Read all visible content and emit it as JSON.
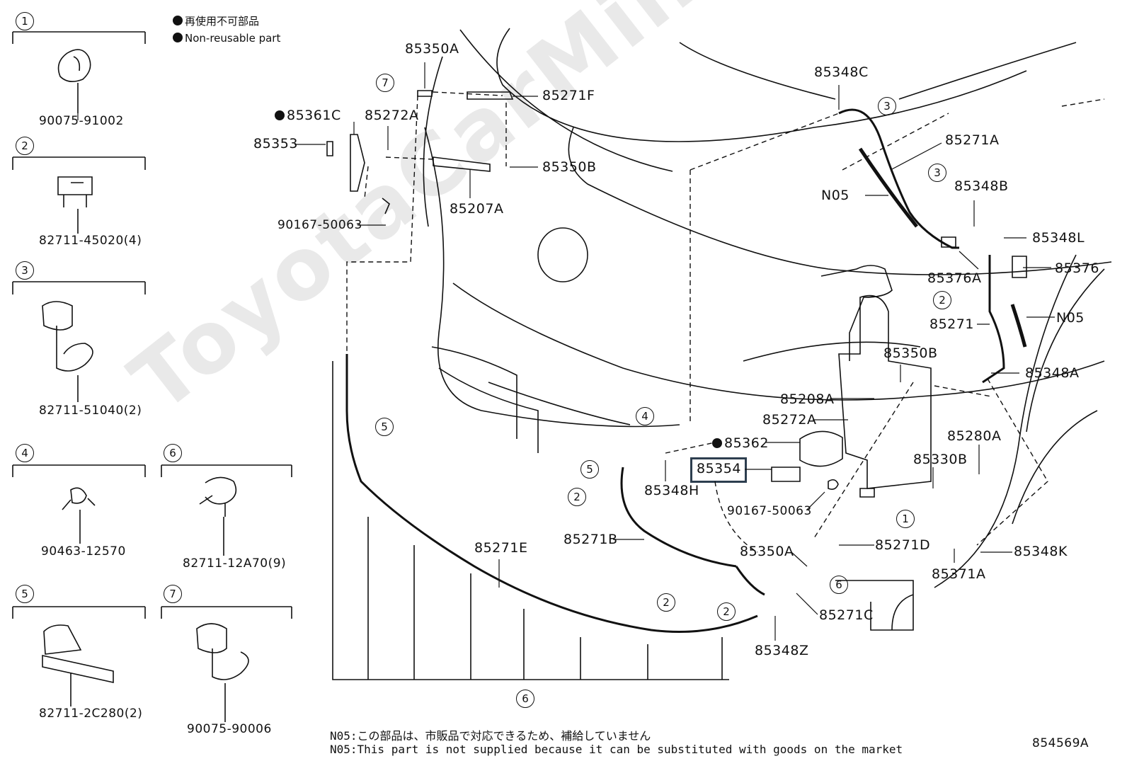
{
  "legend": {
    "jp": "再使用不可部品",
    "en": "Non-reusable part"
  },
  "watermark": "ToyotaCarMini.ru",
  "sidebar_parts": [
    {
      "num": "1",
      "code": "90075-91002"
    },
    {
      "num": "2",
      "code": "82711-45020(4)"
    },
    {
      "num": "3",
      "code": "82711-51040(2)"
    },
    {
      "num": "4",
      "code": "90463-12570"
    },
    {
      "num": "6",
      "code": "82711-12A70(9)"
    },
    {
      "num": "5",
      "code": "82711-2C280(2)"
    },
    {
      "num": "7",
      "code": "90075-90006"
    }
  ],
  "callouts": {
    "c85350A_top": "85350A",
    "c85271F": "85271F",
    "c85361C": "85361C",
    "c85272A_top": "85272A",
    "c85353": "85353",
    "c85350B_top": "85350B",
    "c85207A": "85207A",
    "c90167_top": "90167-50063",
    "c85348C": "85348C",
    "c85271A": "85271A",
    "cN05_top": "N05",
    "c85348B": "85348B",
    "c85348L": "85348L",
    "c85376": "85376",
    "c85376A": "85376A",
    "c85271": "85271",
    "cN05_right": "N05",
    "c85350B_mid": "85350B",
    "c85348A": "85348A",
    "c85208A": "85208A",
    "c85272A_mid": "85272A",
    "c85362": "85362",
    "c85354": "85354",
    "c85280A": "85280A",
    "c85330B": "85330B",
    "c85348H": "85348H",
    "c90167_mid": "90167-50063",
    "c85271B": "85271B",
    "c85271E": "85271E",
    "c85350A_mid": "85350A",
    "c85271D": "85271D",
    "c85371A": "85371A",
    "c85348K": "85348K",
    "c85271C": "85271C",
    "c85348Z": "85348Z"
  },
  "ref_circles": [
    "7",
    "3",
    "3",
    "2",
    "4",
    "5",
    "2",
    "2",
    "2",
    "6",
    "6",
    "1",
    "5"
  ],
  "notes": {
    "jp": "N05:この部品は、市販品で対応できるため、補給していません",
    "en": "N05:This part is not supplied because it can be substituted with goods on the market"
  },
  "diagram_id": "854569A"
}
